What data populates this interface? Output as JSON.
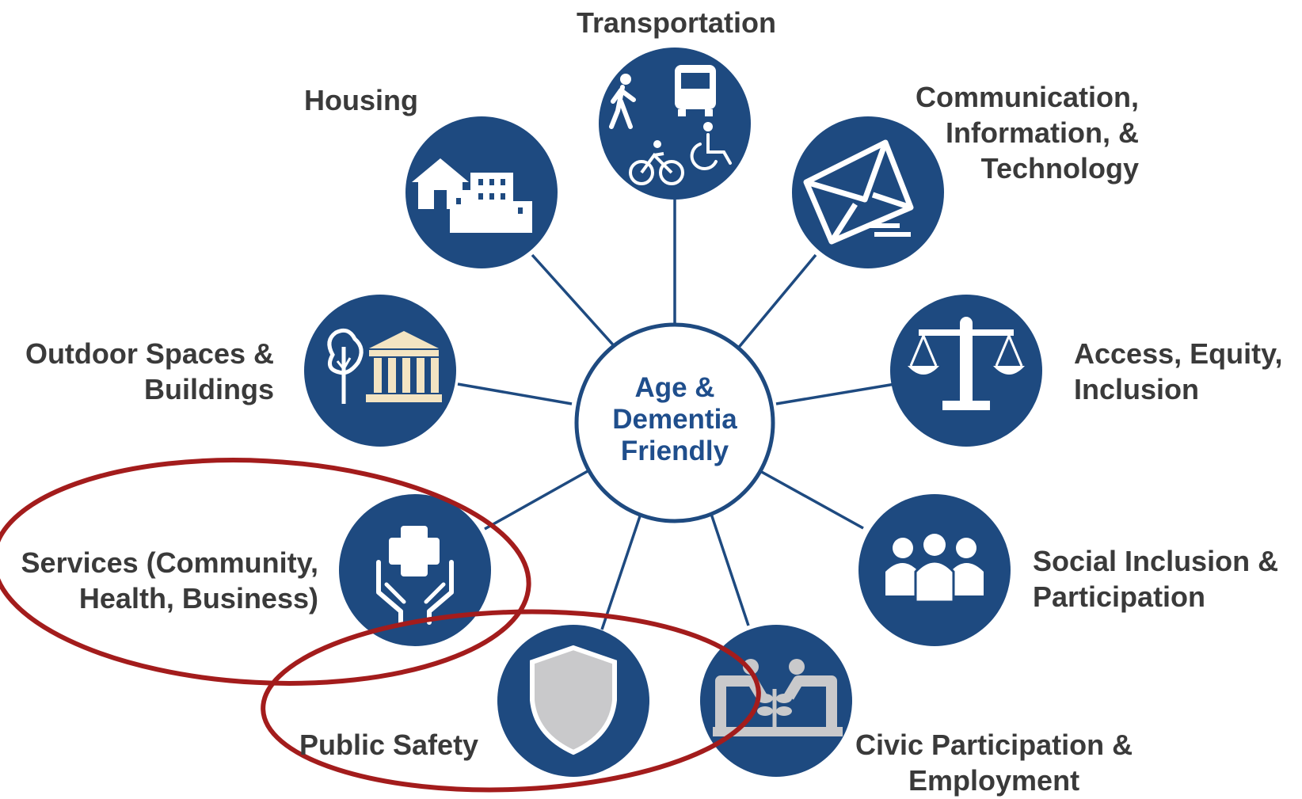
{
  "center": {
    "lines": [
      "Age &",
      "Dementia",
      "Friendly"
    ]
  },
  "domains": [
    {
      "id": "transportation",
      "lines": [
        "Transportation"
      ],
      "icon": "transportation-icon"
    },
    {
      "id": "communication",
      "lines": [
        "Communication,",
        "Information, &",
        "Technology"
      ],
      "icon": "envelope-icon"
    },
    {
      "id": "access",
      "lines": [
        "Access, Equity,",
        "Inclusion"
      ],
      "icon": "scales-icon"
    },
    {
      "id": "social",
      "lines": [
        "Social Inclusion &",
        "Participation"
      ],
      "icon": "people-icon"
    },
    {
      "id": "civic",
      "lines": [
        "Civic Participation &",
        "Employment"
      ],
      "icon": "gardening-icon"
    },
    {
      "id": "safety",
      "lines": [
        "Public Safety"
      ],
      "icon": "shield-icon"
    },
    {
      "id": "services",
      "lines": [
        "Services (Community,",
        "Health, Business)"
      ],
      "icon": "care-hands-icon"
    },
    {
      "id": "outdoor",
      "lines": [
        "Outdoor Spaces &",
        "Buildings"
      ],
      "icon": "tree-building-icon"
    },
    {
      "id": "housing",
      "lines": [
        "Housing"
      ],
      "icon": "house-icon"
    }
  ],
  "colors": {
    "circle": "#1e4a80",
    "line": "#1e4a80",
    "highlight": "#a31c1c",
    "text": "#3a3a3a",
    "center_text": "#1f4e8c"
  }
}
